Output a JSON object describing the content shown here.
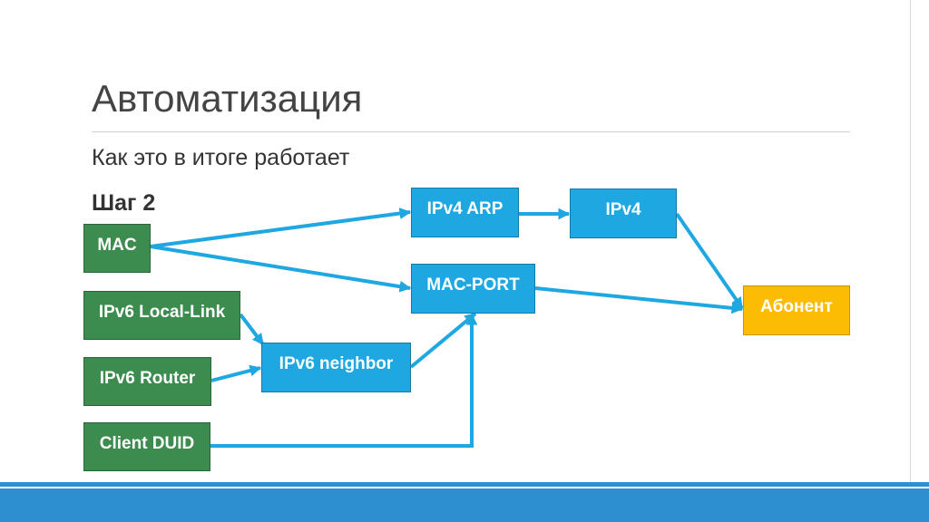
{
  "slide": {
    "title": "Автоматизация",
    "subtitle": "Как это в итоге работает",
    "step": "Шаг 2"
  },
  "nodes": {
    "mac": "MAC",
    "ipv6_local_link": "IPv6 Local-Link",
    "ipv6_router": "IPv6 Router",
    "client_duid": "Client DUID",
    "ipv4_arp": "IPv4 ARP",
    "ipv4": "IPv4",
    "mac_port": "MAC-PORT",
    "ipv6_neighbor": "IPv6 neighbor",
    "subscriber": "Абонент"
  },
  "colors": {
    "source_node": "#3d8c4f",
    "intermediate_node": "#1ea7e1",
    "target_node": "#fbbc03",
    "arrow": "#1ea7e1",
    "footer": "#2d8fd0"
  },
  "edges": [
    {
      "from": "MAC",
      "to": "IPv4 ARP"
    },
    {
      "from": "MAC",
      "to": "MAC-PORT"
    },
    {
      "from": "IPv4 ARP",
      "to": "IPv4"
    },
    {
      "from": "IPv4",
      "to": "Абонент"
    },
    {
      "from": "MAC-PORT",
      "to": "Абонент"
    },
    {
      "from": "IPv6 Local-Link",
      "to": "IPv6 neighbor"
    },
    {
      "from": "IPv6 Router",
      "to": "IPv6 neighbor"
    },
    {
      "from": "IPv6 neighbor",
      "to": "MAC-PORT"
    },
    {
      "from": "Client DUID",
      "to": "MAC-PORT"
    }
  ]
}
